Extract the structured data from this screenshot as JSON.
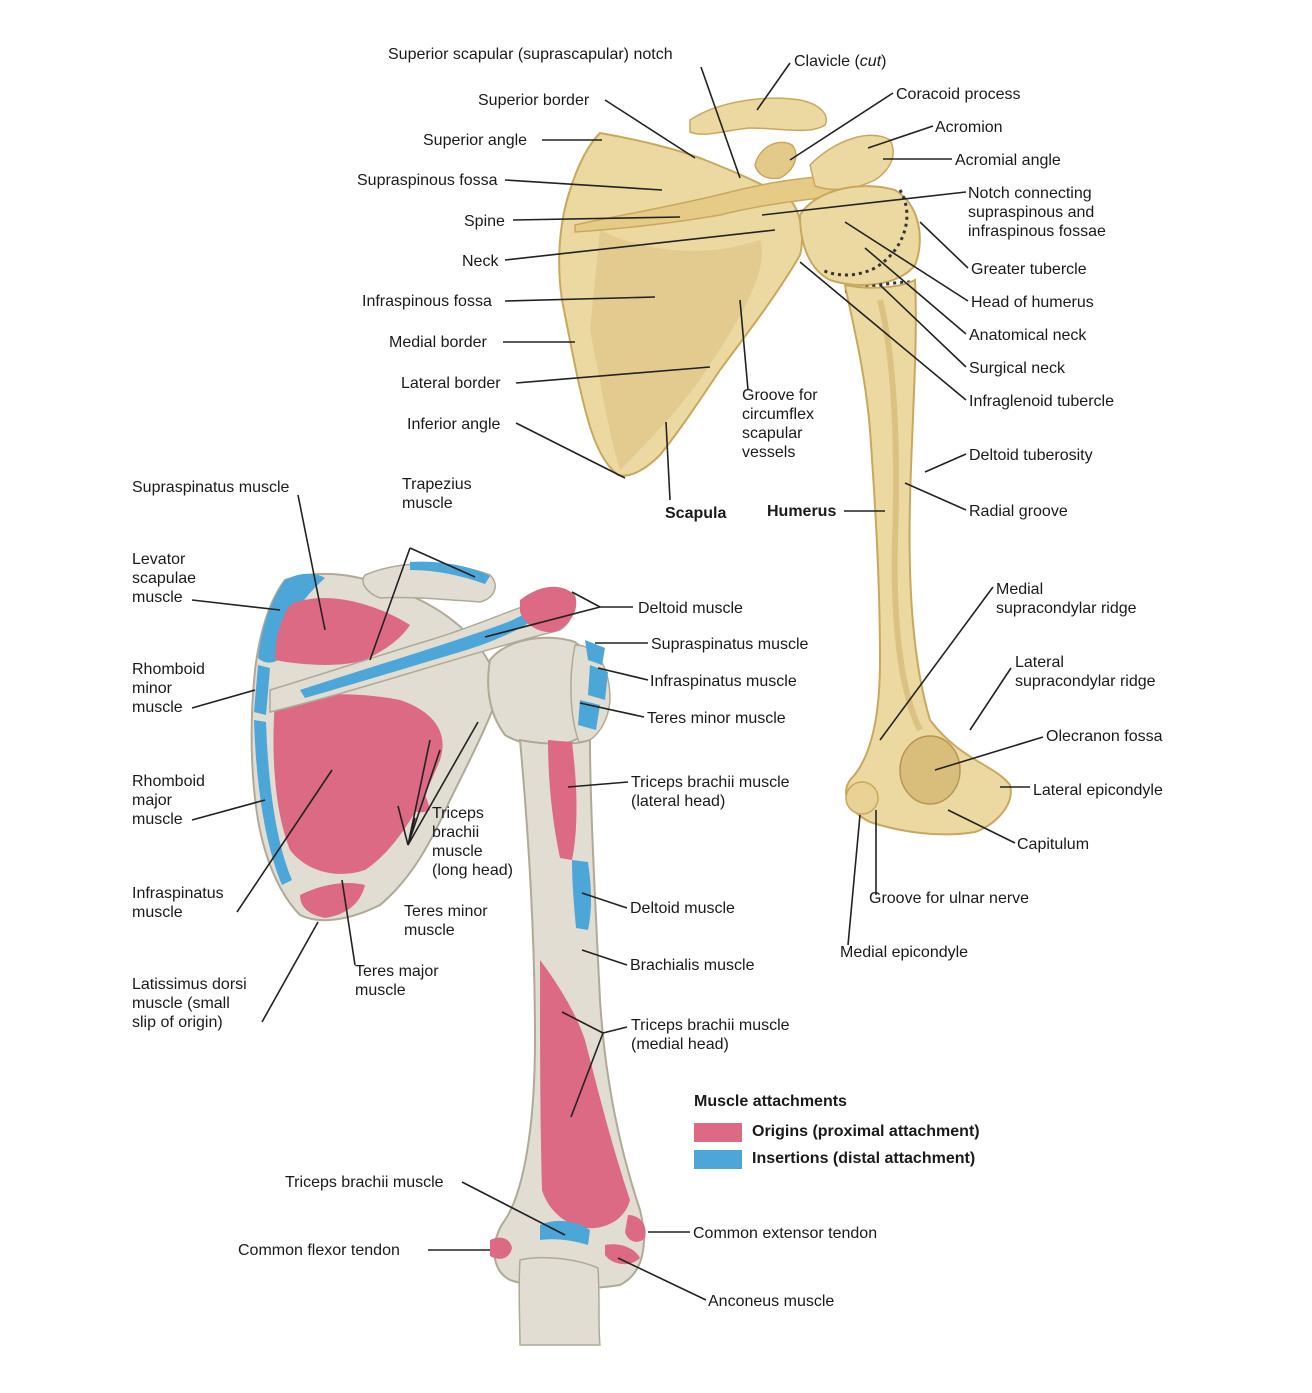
{
  "colors": {
    "bone": "#ecd9a2",
    "bone_shade": "#d6b96f",
    "bone_grey": "#e2ddd2",
    "origin": "#dd6a84",
    "insertion": "#4da6d8",
    "line": "#222222"
  },
  "top_labels": {
    "superior_notch": "Superior scapular (suprascapular) notch",
    "clavicle_a": "Clavicle (",
    "clavicle_b": "cut",
    "clavicle_c": ")",
    "coracoid": "Coracoid process",
    "acromion": "Acromion",
    "acromial_angle": "Acromial angle",
    "notch_connecting": "Notch connecting\nsupraspinous and\ninfraspinous fossae",
    "greater_tubercle": "Greater tubercle",
    "head_humerus": "Head of humerus",
    "anatomical_neck": "Anatomical neck",
    "surgical_neck": "Surgical neck",
    "infraglenoid": "Infraglenoid tubercle",
    "deltoid_tuberosity": "Deltoid tuberosity",
    "radial_groove": "Radial groove",
    "superior_border": "Superior border",
    "superior_angle": "Superior angle",
    "supraspinous_fossa": "Supraspinous fossa",
    "spine": "Spine",
    "neck": "Neck",
    "infraspinous_fossa": "Infraspinous fossa",
    "medial_border": "Medial border",
    "lateral_border": "Lateral border",
    "inferior_angle": "Inferior angle",
    "groove_circumflex": "Groove for\ncircumflex\nscapular\nvessels",
    "scapula": "Scapula",
    "humerus": "Humerus",
    "medial_supracondylar": "Medial\nsupracondylar ridge",
    "lateral_supracondylar": "Lateral\nsupracondylar ridge",
    "olecranon_fossa": "Olecranon fossa",
    "lateral_epicondyle": "Lateral epicondyle",
    "capitulum": "Capitulum",
    "groove_ulnar": "Groove for ulnar nerve",
    "medial_epicondyle": "Medial epicondyle"
  },
  "bottom_labels": {
    "supraspinatus_l": "Supraspinatus muscle",
    "trapezius": "Trapezius\nmuscle",
    "levator": "Levator\nscapulae\nmuscle",
    "rhomboid_minor": "Rhomboid\nminor\nmuscle",
    "rhomboid_major": "Rhomboid\nmajor\nmuscle",
    "infraspinatus_l": "Infraspinatus\nmuscle",
    "latissimus": "Latissimus dorsi\nmuscle (small\nslip of origin)",
    "triceps_long": "Triceps\nbrachii\nmuscle\n(long head)",
    "teres_minor_l": "Teres minor\nmuscle",
    "teres_major": "Teres major\nmuscle",
    "deltoid_1": "Deltoid muscle",
    "supraspinatus_r": "Supraspinatus muscle",
    "infraspinatus_r": "Infraspinatus muscle",
    "teres_minor_r": "Teres minor muscle",
    "triceps_lateral": "Triceps brachii muscle\n(lateral head)",
    "deltoid_2": "Deltoid muscle",
    "brachialis": "Brachialis muscle",
    "triceps_medial": "Triceps brachii muscle\n(medial head)",
    "triceps_bottom": "Triceps brachii muscle",
    "common_flexor": "Common flexor tendon",
    "common_extensor": "Common extensor tendon",
    "anconeus": "Anconeus muscle"
  },
  "legend": {
    "title": "Muscle attachments",
    "origins": "Origins (proximal attachment)",
    "insertions": "Insertions (distal attachment)"
  }
}
